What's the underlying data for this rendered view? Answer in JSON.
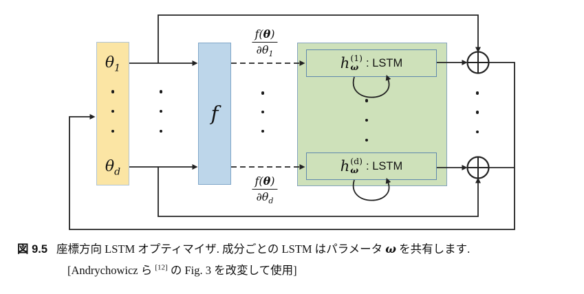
{
  "diagram": {
    "theta_box": {
      "top": {
        "base": "θ",
        "sub": "1"
      },
      "bottom": {
        "base": "θ",
        "sub": "d"
      }
    },
    "f_box": {
      "label": "f"
    },
    "grad_top": {
      "num_prefix": "f(",
      "num_theta": "θ",
      "num_suffix": ")",
      "den_base": "∂θ",
      "den_sub": "1"
    },
    "grad_bottom": {
      "num_prefix": "f(",
      "num_theta": "θ",
      "num_suffix": ")",
      "den_base": "∂θ",
      "den_sub": "d"
    },
    "lstm_top": {
      "base": "h",
      "sub": "ω",
      "sup": "(1)",
      "suffix": ": LSTM"
    },
    "lstm_bottom": {
      "base": "h",
      "sub": "ω",
      "sup": "(d)",
      "suffix": ": LSTM"
    },
    "icons": {
      "sum": "circled-plus",
      "ellipsis": "vertical-dots",
      "recurrence": "self-loop-arrow"
    },
    "colors": {
      "theta_fill": "#FBE5A4",
      "theta_border": "#AFC3D4",
      "f_fill": "#BDD6EA",
      "f_border": "#7FA6C8",
      "panel_fill": "#CEE1BA",
      "panel_border": "#84A3BE",
      "lstm_border": "#5F88AC",
      "line": "#222222"
    }
  },
  "caption": {
    "label": "図 9.5",
    "text1": "座標方向 LSTM オプティマイザ. 成分ごとの LSTM はパラメータ ",
    "omega": "ω",
    "text2": " を共有します.",
    "line2_open": "[Andrychowicz ら ",
    "citation": "[12]",
    "line2_rest": " の Fig. 3 を改変して使用]"
  }
}
